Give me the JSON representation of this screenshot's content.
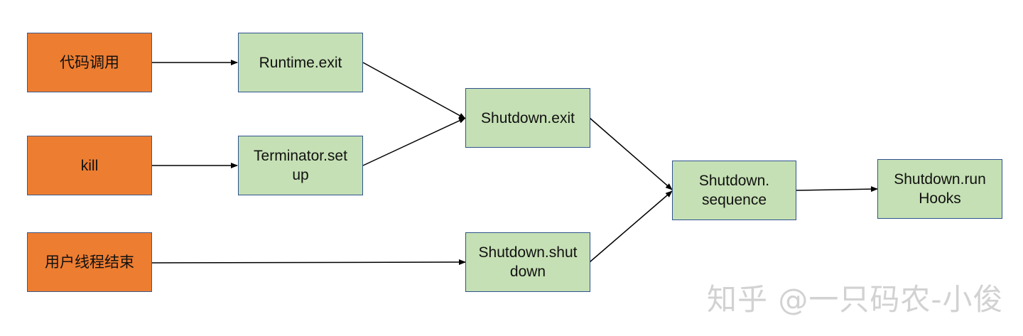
{
  "nodes": {
    "code_call": "代码调用",
    "kill": "kill",
    "user_thread_end": "用户线程结束",
    "runtime_exit": "Runtime.exit",
    "terminator_setup": "Terminator.set\nup",
    "shutdown_exit": "Shutdown.exit",
    "shutdown_shutdown": "Shutdown.shut\ndown",
    "shutdown_sequence": "Shutdown.\nsequence",
    "shutdown_runhooks": "Shutdown.run\nHooks"
  },
  "colors": {
    "source_fill": "#ed7d31",
    "step_fill": "#c5e0b4",
    "border": "#2f528f",
    "arrow": "#000000"
  },
  "watermark": "知乎 @一只码农-小俊"
}
